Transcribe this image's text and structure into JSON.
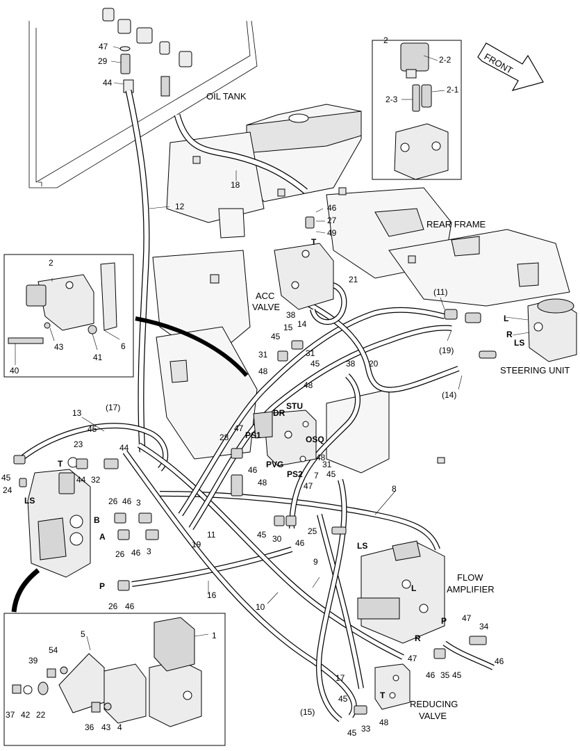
{
  "labels": {
    "oil_tank": "OIL TANK",
    "rear_frame": "REAR FRAME",
    "acc_valve_1": "ACC",
    "acc_valve_2": "VALVE",
    "steering_unit": "STEERING UNIT",
    "flow_amplifier_1": "FLOW",
    "flow_amplifier_2": "AMPLIFIER",
    "reducing_valve_1": "REDUCING",
    "reducing_valve_2": "VALVE",
    "front": "FRONT"
  },
  "ports": {
    "T_top": "T",
    "L_steer": "L",
    "R_steer": "R",
    "LS_steer": "LS",
    "DR": "DR",
    "STU": "STU",
    "PS1": "PS1",
    "OSQ": "OSQ",
    "PVG": "PVG",
    "PS2": "PS2",
    "T_main": "T",
    "LS_main": "LS",
    "B": "B",
    "A": "A",
    "P_main": "P",
    "LS_fa": "LS",
    "L_fa": "L",
    "P_fa": "P",
    "R_fa": "R",
    "T_rv": "T"
  },
  "callouts": {
    "n2_top": "2",
    "n2_2": "2-2",
    "n2_1": "2-1",
    "n2_3": "2-3",
    "n47a": "47",
    "n29": "29",
    "n44a": "44",
    "n18": "18",
    "n46a": "46",
    "n27": "27",
    "n49": "49",
    "n12": "12",
    "n21": "21",
    "n11p": "(11)",
    "n19p": "(19)",
    "n14p": "(14)",
    "n38a": "38",
    "n14": "14",
    "n15": "15",
    "n45a": "45",
    "n31a": "31",
    "n31b": "31",
    "n45b": "45",
    "n48a": "48",
    "n48b": "48",
    "n38b": "38",
    "n20": "20",
    "n2_left": "2",
    "n43a": "43",
    "n40": "40",
    "n41": "41",
    "n6": "6",
    "n13": "13",
    "n17p": "(17)",
    "n45c": "45",
    "n44b": "44",
    "n23": "23",
    "n44c": "44",
    "n32": "32",
    "n45d": "45",
    "n24": "24",
    "n47b": "47",
    "n28": "28",
    "n46b": "46",
    "n48c": "48",
    "n47c": "47",
    "n48d": "48",
    "n31c": "31",
    "n45e": "45",
    "n7": "7",
    "n26a": "26",
    "n46c": "46",
    "n3a": "3",
    "n3b": "3",
    "n26b": "26",
    "n46d": "46",
    "n19": "19",
    "n11": "11",
    "n45f": "45",
    "n30": "30",
    "n46e": "46",
    "n25": "25",
    "n8": "8",
    "n16": "16",
    "n26c": "26",
    "n46f": "46",
    "n9": "9",
    "n10": "10",
    "n1": "1",
    "n5": "5",
    "n39": "39",
    "n54": "54",
    "n37": "37",
    "n42": "42",
    "n22": "22",
    "n36": "36",
    "n43b": "43",
    "n4": "4",
    "n47d": "47",
    "n34": "34",
    "n47e": "47",
    "n46g": "46",
    "n35": "35",
    "n45g": "45",
    "n46h": "46",
    "n17": "17",
    "n45h": "45",
    "n15p": "(15)",
    "n48e": "48",
    "n45i": "45",
    "n33": "33"
  }
}
